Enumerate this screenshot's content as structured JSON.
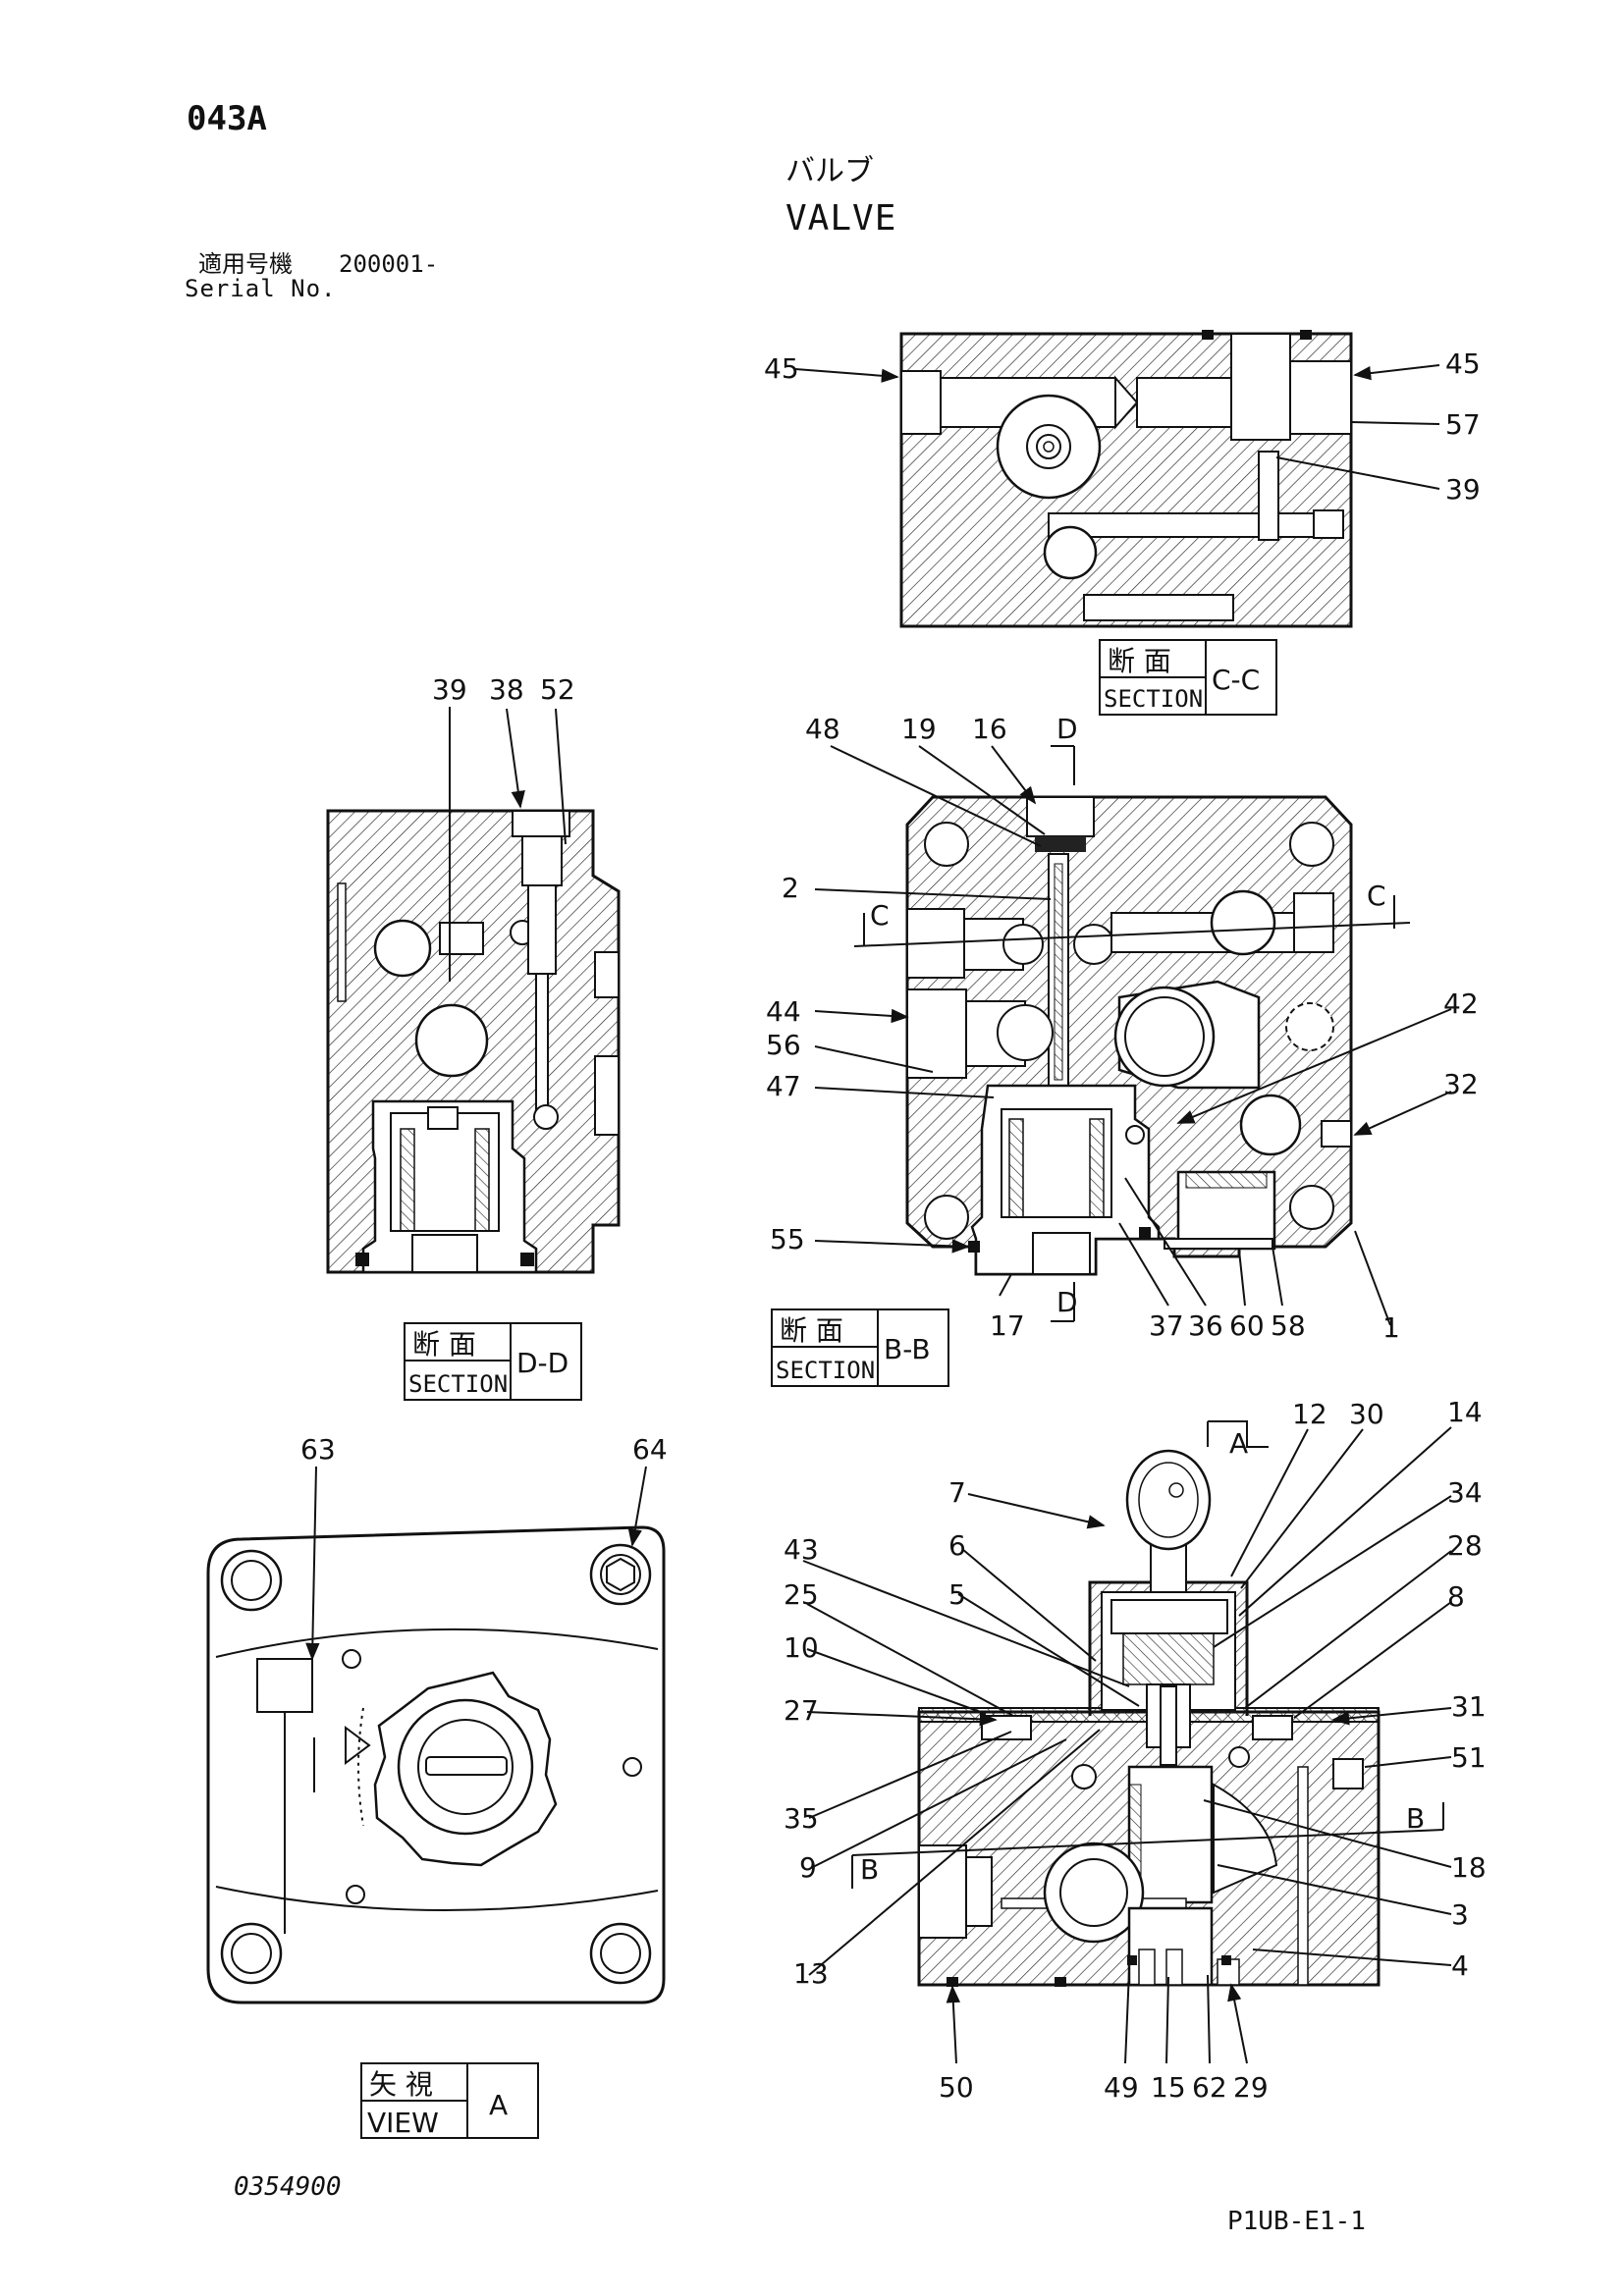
{
  "header": {
    "code": "043A",
    "title_jp": "バルブ",
    "title_en": "VALVE",
    "serial_jp": "適用号機",
    "serial_value": "200001-",
    "serial_en": "Serial No."
  },
  "footer": {
    "doc_number": "0354900",
    "page_ref": "P1UB-E1-1"
  },
  "sections": {
    "cc": {
      "jp": "断 面",
      "en": "SECTION",
      "id": "C-C"
    },
    "dd": {
      "jp": "断 面",
      "en": "SECTION",
      "id": "D-D"
    },
    "bb": {
      "jp": "断 面",
      "en": "SECTION",
      "id": "B-B"
    },
    "view": {
      "jp": "矢 視",
      "en": "VIEW",
      "id": "A"
    }
  },
  "cut_markers": {
    "d_top": "D",
    "d_bottom": "D",
    "c_left": "C",
    "c_right": "C",
    "a_arrow": "A",
    "b_left": "B",
    "b_right": "B"
  },
  "labels": {
    "cc": [
      "45",
      "45",
      "57",
      "39"
    ],
    "dd": [
      "39",
      "38",
      "52"
    ],
    "bb": [
      "48",
      "19",
      "16",
      "2",
      "44",
      "56",
      "47",
      "55",
      "17",
      "37",
      "36",
      "60",
      "58",
      "1",
      "42",
      "32"
    ],
    "view": [
      "63",
      "64"
    ],
    "main": [
      "12",
      "30",
      "14",
      "34",
      "28",
      "8",
      "31",
      "51",
      "18",
      "3",
      "4",
      "7",
      "6",
      "43",
      "5",
      "25",
      "10",
      "27",
      "35",
      "9",
      "13",
      "50",
      "49",
      "15",
      "62",
      "29"
    ]
  }
}
